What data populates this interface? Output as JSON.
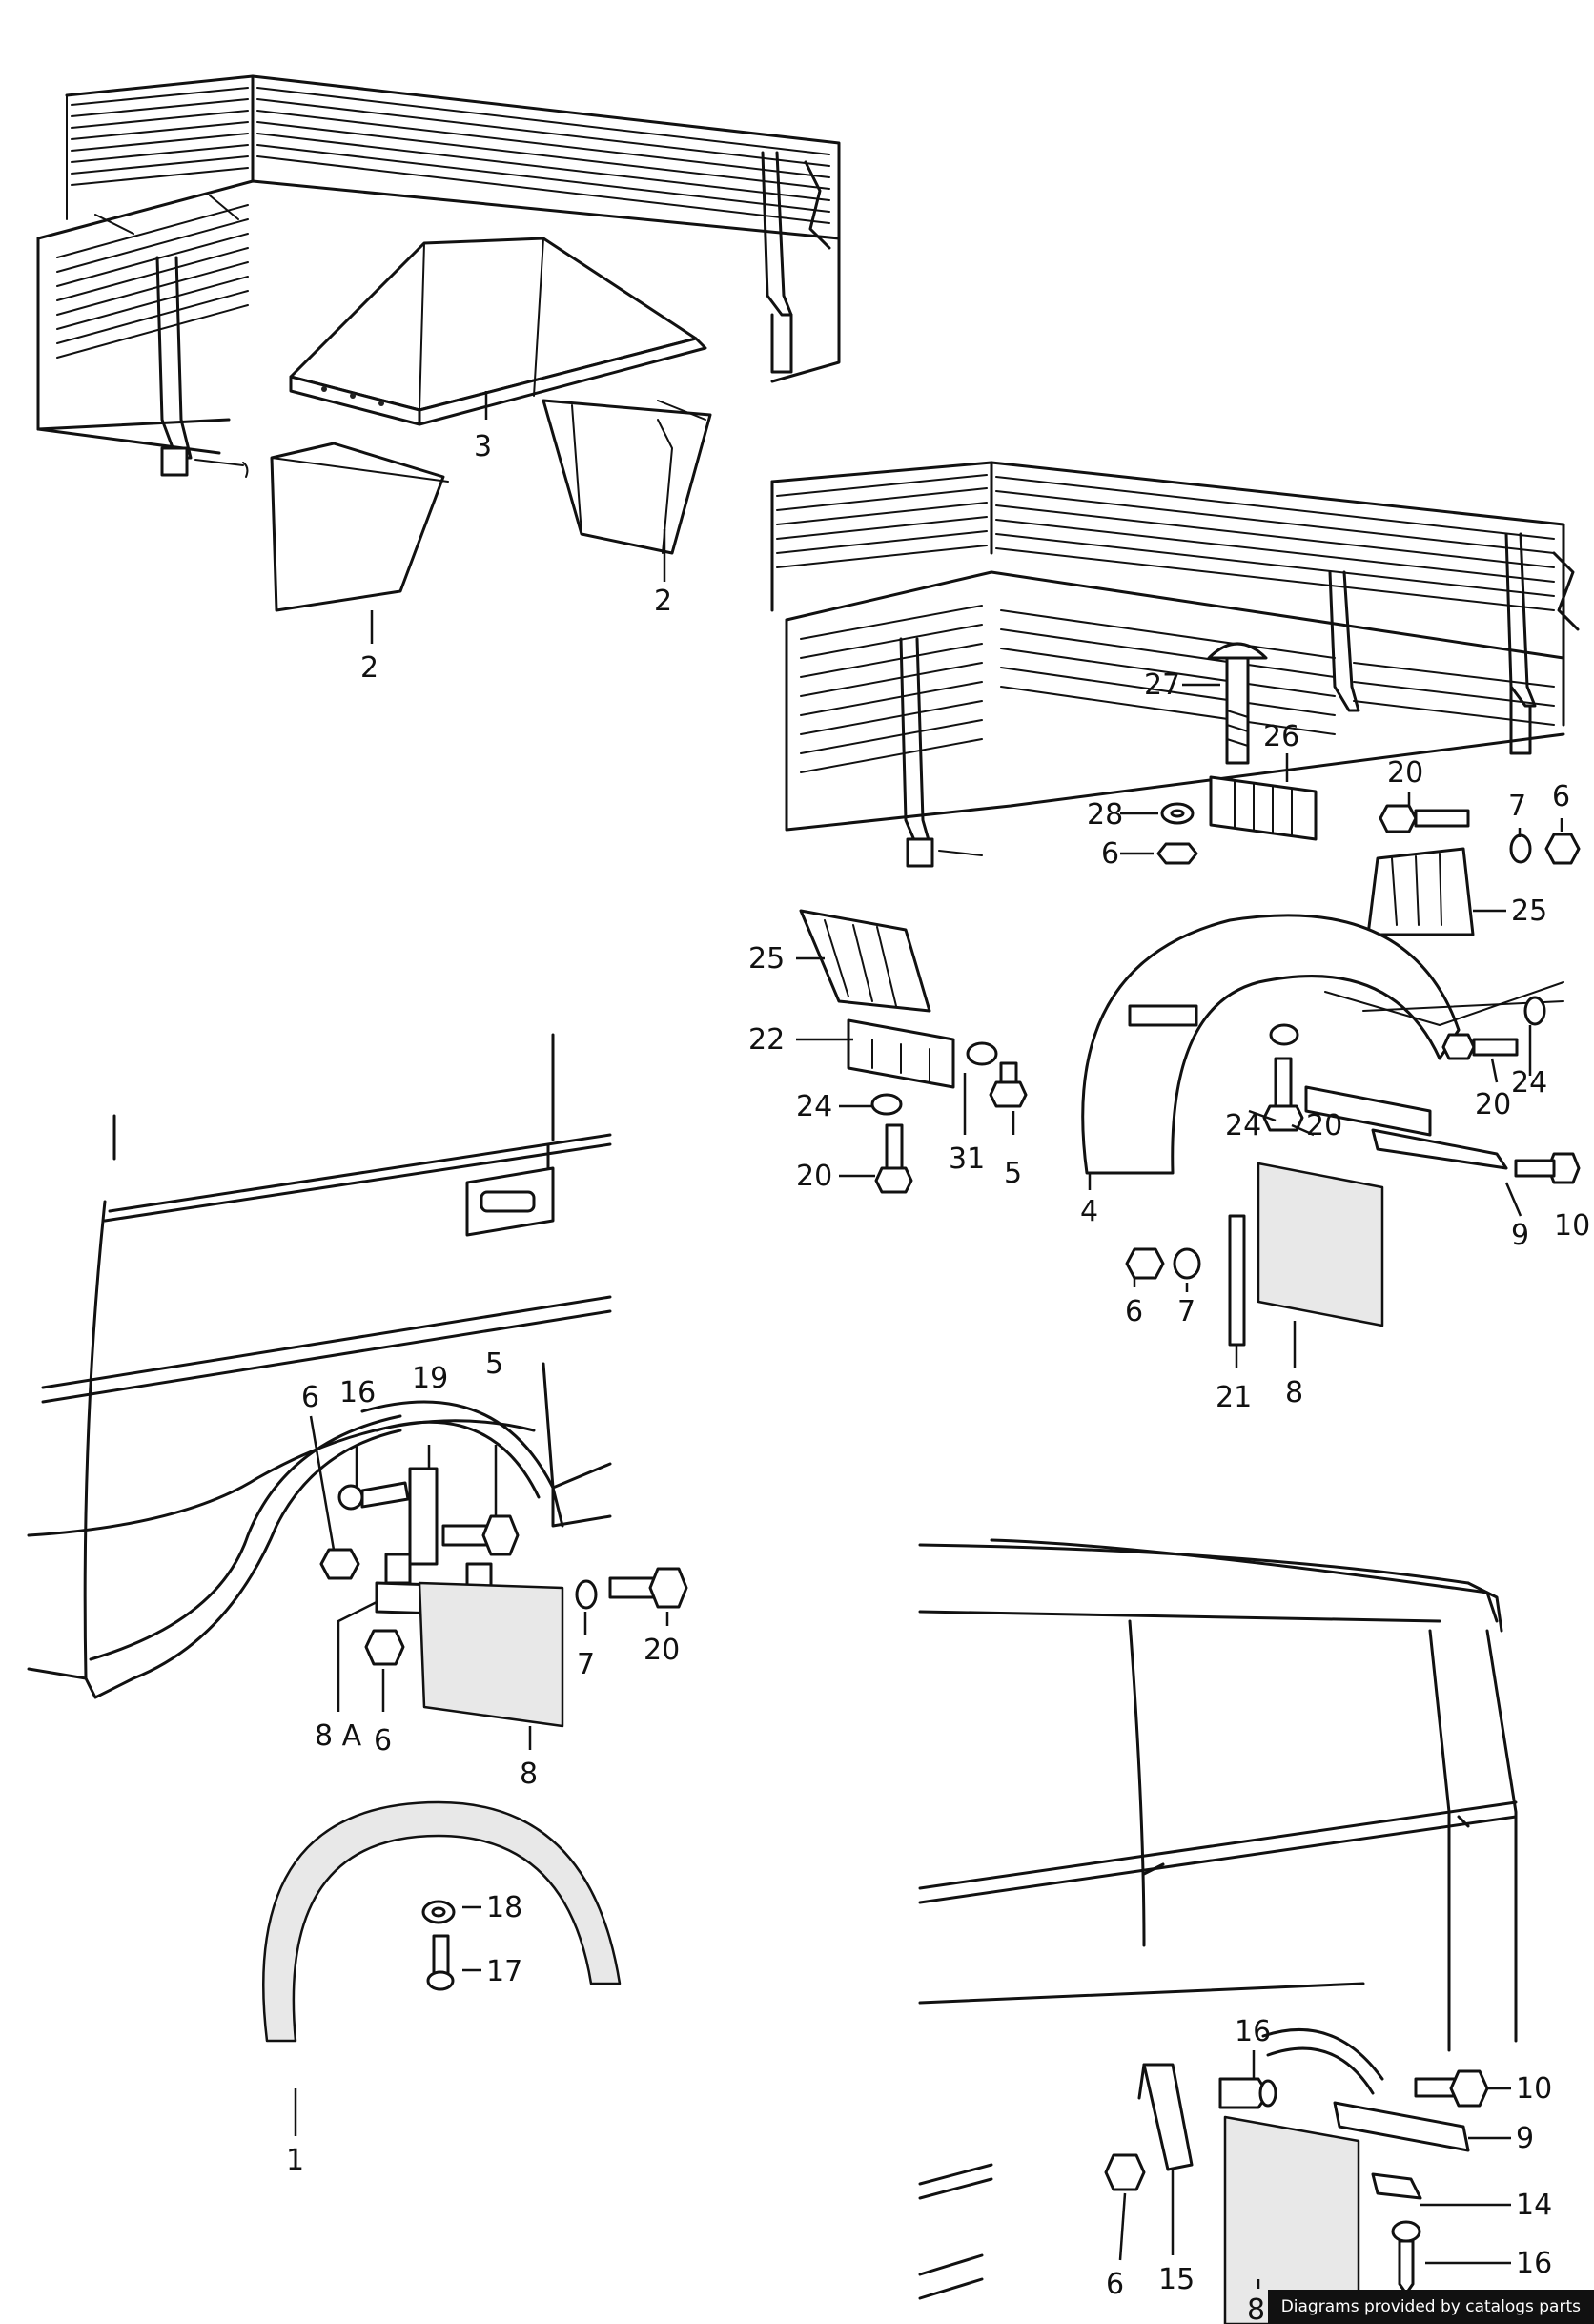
{
  "credit": "Diagrams provided by catalogs parts",
  "callouts": {
    "tl_3": "3",
    "tl_2a": "2",
    "tl_2b": "2",
    "tr_27": "27",
    "tr_26": "26",
    "tr_28": "28",
    "tr_6a": "6",
    "tr_20a": "20",
    "tr_7a": "7",
    "tr_6b": "6",
    "tr_25a": "25",
    "tr_25b": "25",
    "tr_22": "22",
    "tr_24a": "24",
    "tr_20b": "20",
    "tr_31": "31",
    "tr_5": "5",
    "tr_4": "4",
    "tr_24b": "24",
    "tr_20c": "20",
    "tr_20d": "20",
    "tr_24c": "24",
    "tr_10": "10",
    "tr_9": "9",
    "tr_6c": "6",
    "tr_7b": "7",
    "tr_21": "21",
    "tr_8": "8",
    "ml_6a": "6",
    "ml_16": "16",
    "ml_19": "19",
    "ml_5": "5",
    "ml_20": "20",
    "ml_7": "7",
    "ml_8A": "8 A",
    "ml_6b": "6",
    "ml_8": "8",
    "ml_18": "18",
    "ml_17": "17",
    "ml_1": "1",
    "br_16a": "16",
    "br_10": "10",
    "br_9": "9",
    "br_14": "14",
    "br_16b": "16",
    "br_6": "6",
    "br_15": "15",
    "br_8": "8"
  }
}
